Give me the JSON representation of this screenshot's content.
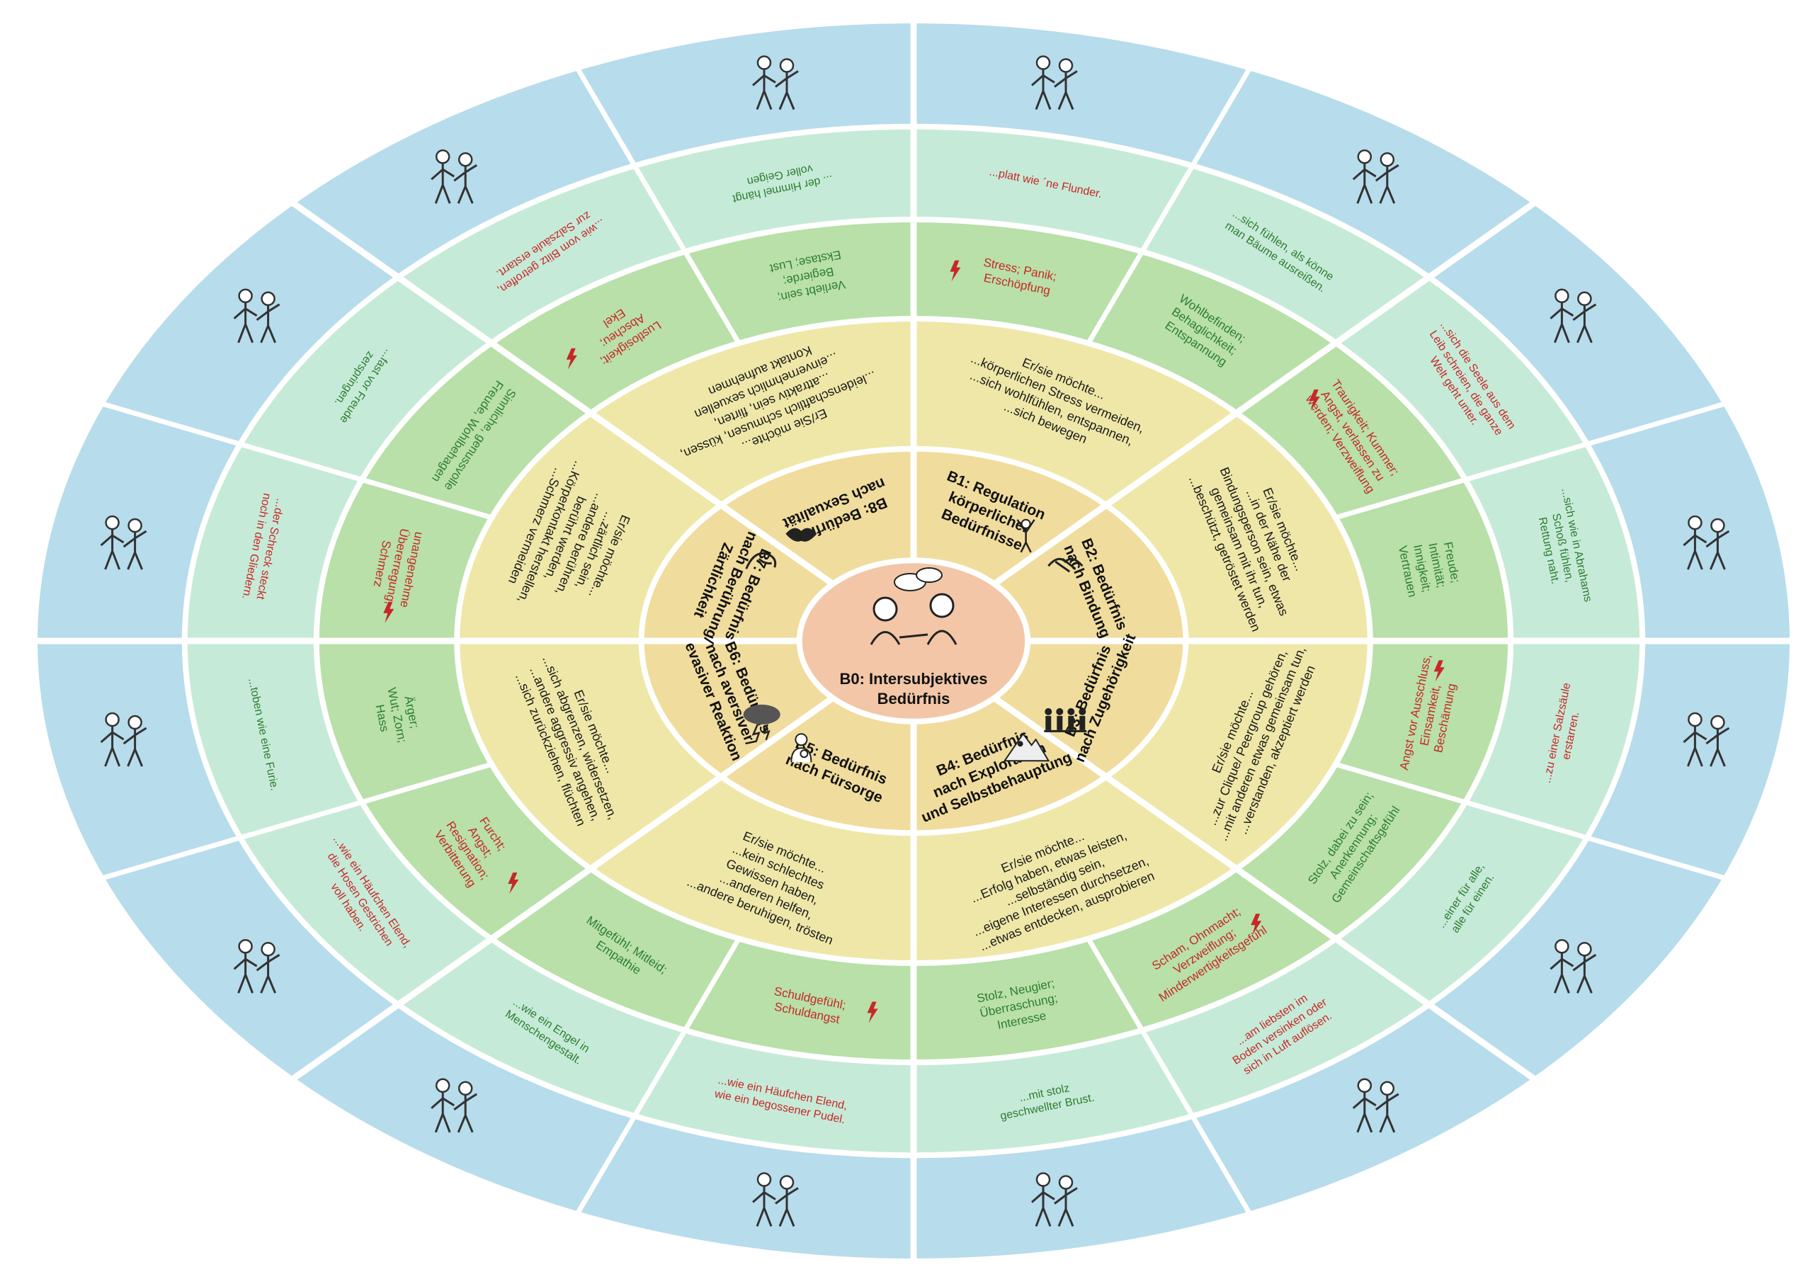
{
  "center": {
    "line1": "B0: Intersubjektives",
    "line2": "Bedürfnis"
  },
  "sectors": [
    {
      "id": "B1",
      "need": [
        "B1: Regulation",
        "körperlicher",
        "Bedürfnisse"
      ],
      "wish": [
        "Er/sie möchte...",
        "...körperlichen Stress vermeiden,",
        "...sich wohlfühlen, entspannen,",
        "...sich bewegen"
      ],
      "positive": [
        "Wohlbefinden;",
        "Behaglichkeit;",
        "Entspannung"
      ],
      "negative": [
        "Stress; Panik;",
        "Erschöpfung"
      ],
      "positive_idiom": [
        "...sich fühlen, als könne",
        "man Bäume ausreißen."
      ],
      "negative_idiom": [
        "...platt wie ´ne Flunder."
      ]
    },
    {
      "id": "B2",
      "need": [
        "B2: Bedürfnis",
        "nach Bindung"
      ],
      "wish": [
        "Er/sie möchte...",
        "...in der Nähe der",
        "Bindungsperson sein, etwas",
        "gemeinsam mit ihr tun,",
        "...beschützt, getröstet werden"
      ],
      "positive": [
        "Freude;",
        "Intimität;",
        "Innigkeit;",
        "Vertrauen"
      ],
      "negative": [
        "Traurigkeit; Kummer;",
        "Angst, verlassen zu",
        "werden; Verzweiflung"
      ],
      "positive_idiom": [
        "...sich wie in Abrahams",
        "Schoß fühlen,",
        "Rettung naht."
      ],
      "negative_idiom": [
        "...sich die Seele aus dem",
        "Leib schreien, die ganze",
        "Welt geht unter."
      ]
    },
    {
      "id": "B3",
      "need": [
        "B3: Bedürfnis",
        "nach Zugehörigkeit"
      ],
      "wish": [
        "Er/sie möchte...",
        "...zur Clique/ Peergroup gehören,",
        "...mit anderen etwas gemeinsam tun,",
        "...verstanden, akzeptiert werden"
      ],
      "positive": [
        "Stolz, dabei zu sein;",
        "Anerkennung;",
        "Gemeinschaftsgefühl"
      ],
      "negative": [
        "Angst vor Ausschluss,",
        "Einsamkeit,",
        "Beschämung"
      ],
      "positive_idiom": [
        "...einer für alle,",
        "alle für einen."
      ],
      "negative_idiom": [
        "...zu einer Salzsäule",
        "erstarren."
      ]
    },
    {
      "id": "B4",
      "need": [
        "B4: Bedürfnis",
        "nach Exploration",
        "und Selbstbehauptung"
      ],
      "wish": [
        "Er/sie möchte...",
        "...Erfolg haben, etwas leisten,",
        "...selbständig sein,",
        "...eigene Interessen durchsetzen,",
        "...etwas entdecken, ausprobieren"
      ],
      "positive": [
        "Stolz,  Neugier;",
        "Überraschung;",
        "Interesse"
      ],
      "negative": [
        "Scham, Ohnmacht;",
        "Verzweiflung;",
        "Minderwertigkeitsgefühl"
      ],
      "positive_idiom": [
        "...mit stolz",
        "geschwellter Brust."
      ],
      "negative_idiom": [
        "...am liebsten im",
        "Boden versinken oder",
        "sich in Luft auflösen."
      ]
    },
    {
      "id": "B5",
      "need": [
        "B5: Bedürfnis",
        "nach Fürsorge"
      ],
      "wish": [
        "Er/sie möchte...",
        "...kein schlechtes",
        "Gewissen haben,",
        "...anderen helfen,",
        "...andere beruhigen, trösten"
      ],
      "positive": [
        "Mitgefühl; Mitleid;",
        "Empathie"
      ],
      "negative": [
        "Schuldgefühl;",
        "Schuldangst"
      ],
      "positive_idiom": [
        "...wie ein Engel in",
        "Menschengestalt."
      ],
      "negative_idiom": [
        "...wie ein Häufchen Elend,",
        "wie ein begossener Pudel."
      ]
    },
    {
      "id": "B6",
      "need": [
        "B6: Bedürfnis",
        "nach aversiver/",
        "evasiver Reaktion"
      ],
      "wish": [
        "Er/sie möchte...",
        "...sich abgrenzen, widersetzen,",
        "...andere aggressiv angehen,",
        "...sich zurückziehen, flüchten"
      ],
      "positive": [
        "Ärger;",
        "Wut; Zorn;",
        "Hass"
      ],
      "negative": [
        "Furcht;",
        "Angst;",
        "Resignation;",
        "Verbitterung"
      ],
      "positive_idiom": [
        "...toben wie eine Furie."
      ],
      "negative_idiom": [
        "...wie ein Häufchen Elend,",
        "die Hosen Gestrichen",
        "voll haben."
      ]
    },
    {
      "id": "B7",
      "need": [
        "B7: Bedürfnis",
        "nach Berührung/",
        "Zärtlichkeit"
      ],
      "wish": [
        "Er/sie möchte...",
        "...zärtlich sein,",
        "...andere berühren,",
        "berührt werden,",
        "...Körperkontakt herstellen,",
        "...Schmerz vermeiden"
      ],
      "positive": [
        "Sinnliche, genussvolle",
        "Freude, Wohlbehagen"
      ],
      "negative": [
        "unangenehme",
        "Übererregung;",
        "Schmerz"
      ],
      "positive_idiom": [
        "...fast vor Freude",
        "zerspringen."
      ],
      "negative_idiom": [
        "...der Schreck steckt",
        "noch in den Gliedern."
      ]
    },
    {
      "id": "B8",
      "need": [
        "B8: Bedürfnis",
        "nach Sexualität"
      ],
      "wish": [
        "Er/Sie möchte...",
        "...leidenschaftlich schmusen, küssen,",
        "...attraktiv sein, flirten,",
        "...einvernehmlich sexuellen",
        "Kontakt aufnehmen"
      ],
      "positive": [
        "Verliebt sein;",
        "Begierde;",
        "Ekstase; Lust"
      ],
      "negative": [
        "Lustlosigkeit;",
        "Abscheu;",
        "Ekel"
      ],
      "positive_idiom": [
        "... der Himmel hängt",
        "voller Geigen"
      ],
      "negative_idiom": [
        "...wie vom Blitz getroffen,",
        "zur Salzsäule erstarrt."
      ]
    }
  ],
  "colors": {
    "center": "#f2c6a6",
    "ring_need": "#f0dc9c",
    "ring_wish": "#efe7a8",
    "ring_emotion": "#b8e0a8",
    "ring_idiom": "#c6ead8",
    "ring_outer": "#b7dcec",
    "divider": "#ffffff",
    "positive_text": "#2e7d32",
    "negative_text": "#c62828",
    "lightning": "#c62828"
  },
  "icons": {
    "B1": "person-arms-raised-icon",
    "B2": "handshake-icon",
    "B3": "group-holding-hands-icon",
    "B4": "mountain-climber-icon",
    "B5": "caregiver-with-baby-icon",
    "B6": "storm-cloud-icon",
    "B7": "caressing-hand-icon",
    "B8": "kissing-lips-icon",
    "B0": "two-people-talking-icon",
    "lightning": "lightning-icon"
  }
}
